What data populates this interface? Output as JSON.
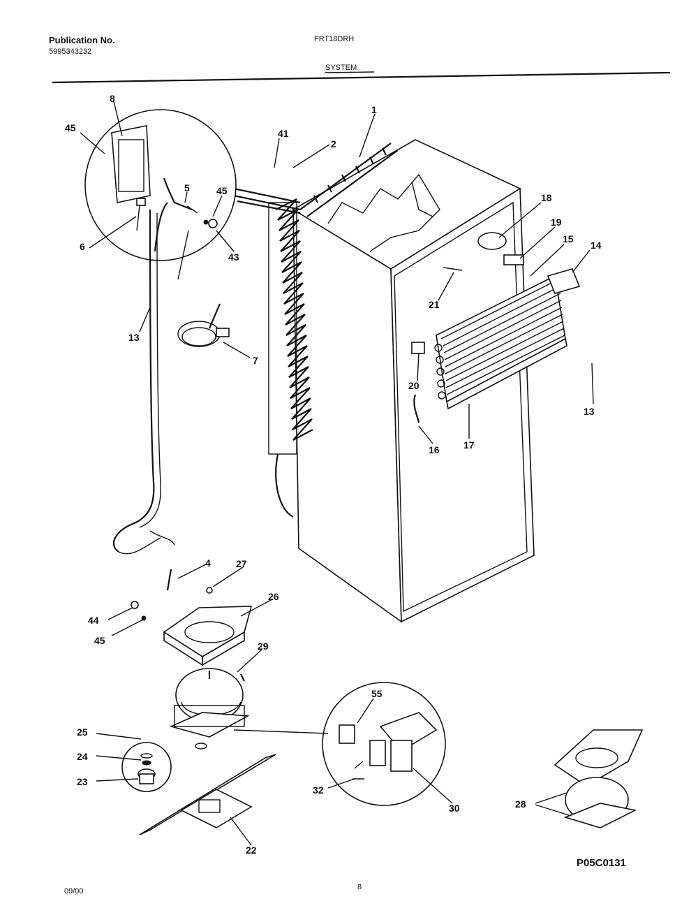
{
  "header": {
    "publication_label": "Publication No.",
    "publication_number": "5995343232",
    "model": "FRT18DRH",
    "section": "SYSTEM"
  },
  "footer": {
    "date": "09/00",
    "page": "8",
    "diagram_code": "P05C0131"
  },
  "callouts": {
    "c1": "1",
    "c2": "2",
    "c41": "41",
    "c8": "8",
    "c45a": "45",
    "c5": "5",
    "c45b": "45",
    "c6": "6",
    "c43": "43",
    "c13a": "13",
    "c7": "7",
    "c18": "18",
    "c19": "19",
    "c15": "15",
    "c14": "14",
    "c21": "21",
    "c20": "20",
    "c16": "16",
    "c17": "17",
    "c13b": "13",
    "c4": "4",
    "c27": "27",
    "c44": "44",
    "c45c": "45",
    "c26": "26",
    "c29": "29",
    "c55": "55",
    "c25": "25",
    "c24": "24",
    "c23": "23",
    "c32": "32",
    "c30": "30",
    "c22": "22",
    "c28": "28"
  }
}
